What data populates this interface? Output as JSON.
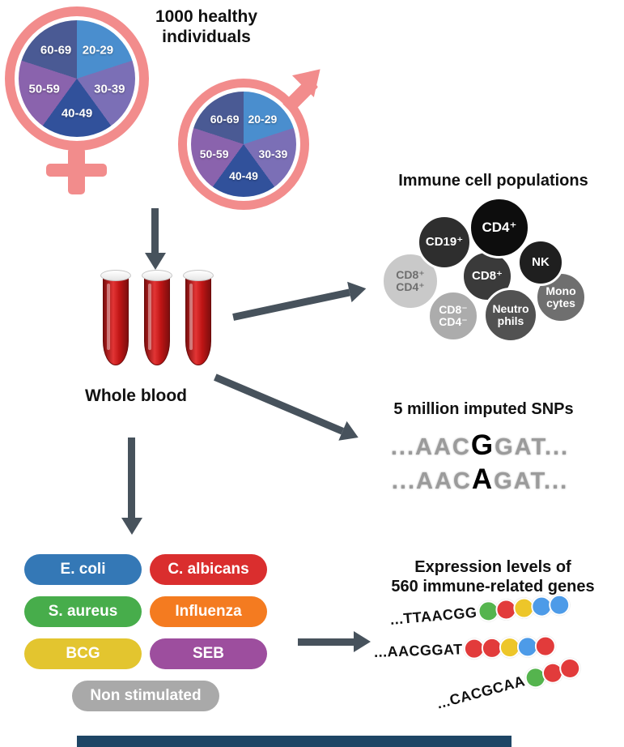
{
  "title": "1000 healthy\nindividuals",
  "colors": {
    "arrow": "#47525C",
    "symbol_pink": "#F28C8C",
    "blood_red": "#C01515",
    "snp_gray": "#9B9B9B",
    "snp_emphasis": "#000000",
    "footer_bar": "#1E4565"
  },
  "demographics": {
    "age_groups": [
      {
        "label": "20-29",
        "color": "#4A8ECE"
      },
      {
        "label": "30-39",
        "color": "#7B6FB6"
      },
      {
        "label": "40-49",
        "color": "#31519B"
      },
      {
        "label": "50-59",
        "color": "#8A63AD"
      },
      {
        "label": "60-69",
        "color": "#4A5A94"
      }
    ]
  },
  "whole_blood_label": "Whole blood",
  "immune_cells": {
    "title": "Immune cell populations",
    "cells": [
      {
        "label": "CD4⁺",
        "color": "#0D0D0D",
        "text_color": "#FFFFFF"
      },
      {
        "label": "CD19⁺",
        "color": "#2E2E2E",
        "text_color": "#FFFFFF"
      },
      {
        "label": "NK",
        "color": "#1F1F1F",
        "text_color": "#FFFFFF"
      },
      {
        "label": "CD8⁺",
        "color": "#3A3A3A",
        "text_color": "#FFFFFF"
      },
      {
        "label": "CD8⁺\nCD4⁺",
        "color": "#C9C9C9",
        "text_color": "#6E6E6E"
      },
      {
        "label": "Mono\ncytes",
        "color": "#6F6F6F",
        "text_color": "#FFFFFF"
      },
      {
        "label": "Neutro\nphils",
        "color": "#525252",
        "text_color": "#FFFFFF"
      },
      {
        "label": "CD8⁻\nCD4⁻",
        "color": "#ACACAC",
        "text_color": "#FFFFFF"
      }
    ]
  },
  "snps": {
    "title": "5 million imputed SNPs",
    "lines": [
      {
        "pre": "...AAC",
        "em": "G",
        "post": "GAT..."
      },
      {
        "pre": "...AAC",
        "em": "A",
        "post": "GAT..."
      }
    ]
  },
  "stimuli": {
    "items": [
      {
        "label": "E. coli",
        "color": "#3478B6"
      },
      {
        "label": "C. albicans",
        "color": "#DA2E2E"
      },
      {
        "label": "S. aureus",
        "color": "#47AD4B"
      },
      {
        "label": "Influenza",
        "color": "#F47B20"
      },
      {
        "label": "BCG",
        "color": "#E3C52F"
      },
      {
        "label": "SEB",
        "color": "#9D4E9E"
      },
      {
        "label": "Non stimulated",
        "color": "#A9A9A9"
      }
    ]
  },
  "expression": {
    "title": "Expression levels of\n560 immune-related genes",
    "bead_colors": {
      "green": "#55B44E",
      "red": "#E23B3B",
      "yellow": "#EDC629",
      "blue": "#4D9BE8"
    },
    "sequences": [
      {
        "text": "...TTAACGG",
        "beads": [
          "green",
          "red",
          "yellow",
          "blue",
          "blue"
        ]
      },
      {
        "text": "...AACGGAT",
        "beads": [
          "red",
          "red",
          "yellow",
          "blue",
          "red"
        ]
      },
      {
        "text": "...CACGCAA",
        "beads": [
          "green",
          "red",
          "red"
        ]
      }
    ]
  }
}
